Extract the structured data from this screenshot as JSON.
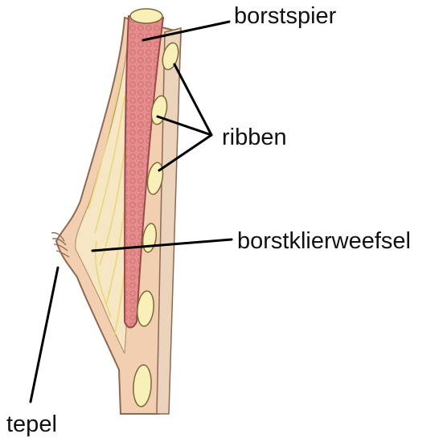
{
  "diagram": {
    "labels": {
      "muscle": "borstspier",
      "ribs": "ribben",
      "gland": "borstklierweefsel",
      "nipple": "tepel"
    },
    "colors": {
      "skin": "#f2cfb0",
      "skin_outline": "#8a6a52",
      "gland": "#f7e6c3",
      "gland_streak": "#e8d77a",
      "muscle": "#e58c8c",
      "muscle_outline": "#9a4a4a",
      "rib": "#f8f0b8",
      "rib_outline": "#7a6a3a",
      "leader": "#000000"
    }
  }
}
